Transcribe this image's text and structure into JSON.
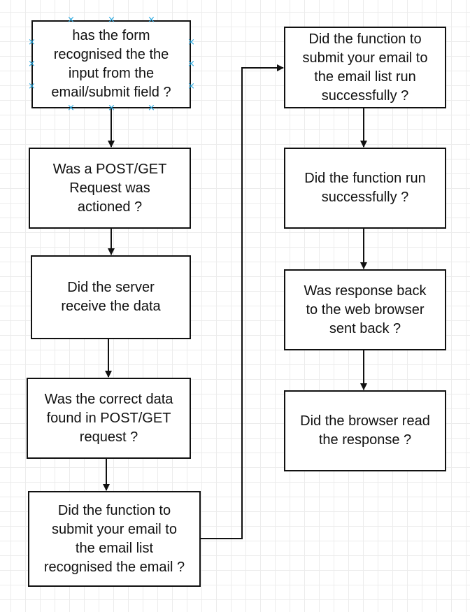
{
  "diagram": {
    "nodes": [
      {
        "id": "b1",
        "text": "has the form\nrecognised the the\ninput from the\nemail/submit field ?",
        "selected": true
      },
      {
        "id": "b2",
        "text": "Was a POST/GET\nRequest was\nactioned ?"
      },
      {
        "id": "b3",
        "text": "Did the server\nreceive the data"
      },
      {
        "id": "b4",
        "text": "Was the correct data\nfound in POST/GET\nrequest ?"
      },
      {
        "id": "b5",
        "text": "Did the function to\nsubmit your email to\nthe email list\nrecognised the email ?"
      },
      {
        "id": "b6",
        "text": "Did the function to\nsubmit your email to\nthe email list  run\nsuccessfully ?"
      },
      {
        "id": "b7",
        "text": "Did the function run\nsuccessfully ?"
      },
      {
        "id": "b8",
        "text": "Was response back\nto the web browser\nsent back ?"
      },
      {
        "id": "b9",
        "text": "Did the browser read\nthe response ?"
      }
    ],
    "edges": [
      {
        "from": "b1",
        "to": "b2"
      },
      {
        "from": "b2",
        "to": "b3"
      },
      {
        "from": "b3",
        "to": "b4"
      },
      {
        "from": "b4",
        "to": "b5"
      },
      {
        "from": "b5",
        "to": "b6"
      },
      {
        "from": "b6",
        "to": "b7"
      },
      {
        "from": "b7",
        "to": "b8"
      },
      {
        "from": "b8",
        "to": "b9"
      }
    ],
    "colors": {
      "stroke": "#111111",
      "selection_handle": "#29a8e0",
      "grid": "#ececec",
      "background": "#ffffff"
    }
  }
}
